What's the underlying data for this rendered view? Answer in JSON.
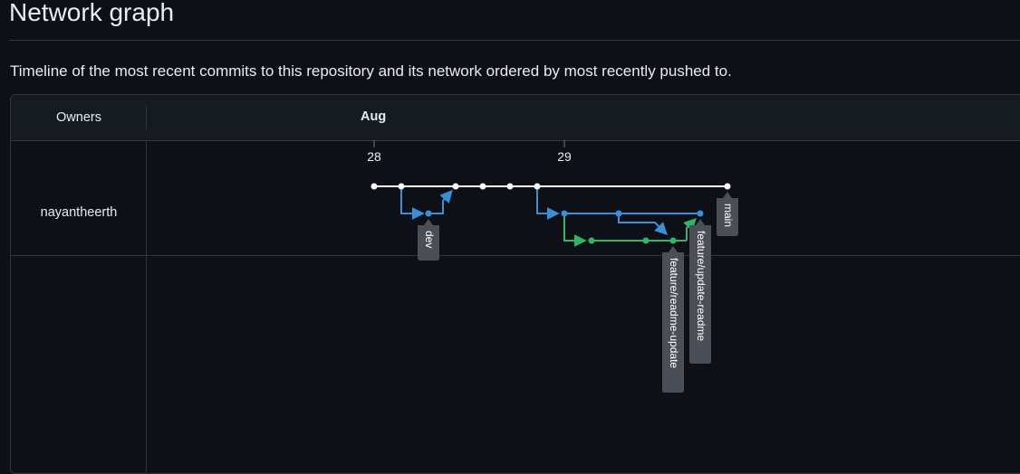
{
  "page": {
    "title": "Network graph",
    "description": "Timeline of the most recent commits to this repository and its network ordered by most recently pushed to."
  },
  "graph": {
    "header": {
      "owners_label": "Owners",
      "month_label": "Aug"
    },
    "day_ticks": [
      "28",
      "29"
    ],
    "owner": "nayantheerth",
    "branches": [
      {
        "label": "dev",
        "color": "#3b8fd6"
      },
      {
        "label": "feature/readme-update",
        "color": "#2fb565"
      },
      {
        "label": "feature/update-readme",
        "color": "#2fb565"
      },
      {
        "label": "main",
        "color": "#ffffff"
      }
    ],
    "colors": {
      "main_line": "#ffffff",
      "branch_blue": "#3b8fd6",
      "branch_green": "#2fb565",
      "label_bg": "#4a4f57",
      "background": "#0d1117",
      "border": "#30363d"
    }
  }
}
